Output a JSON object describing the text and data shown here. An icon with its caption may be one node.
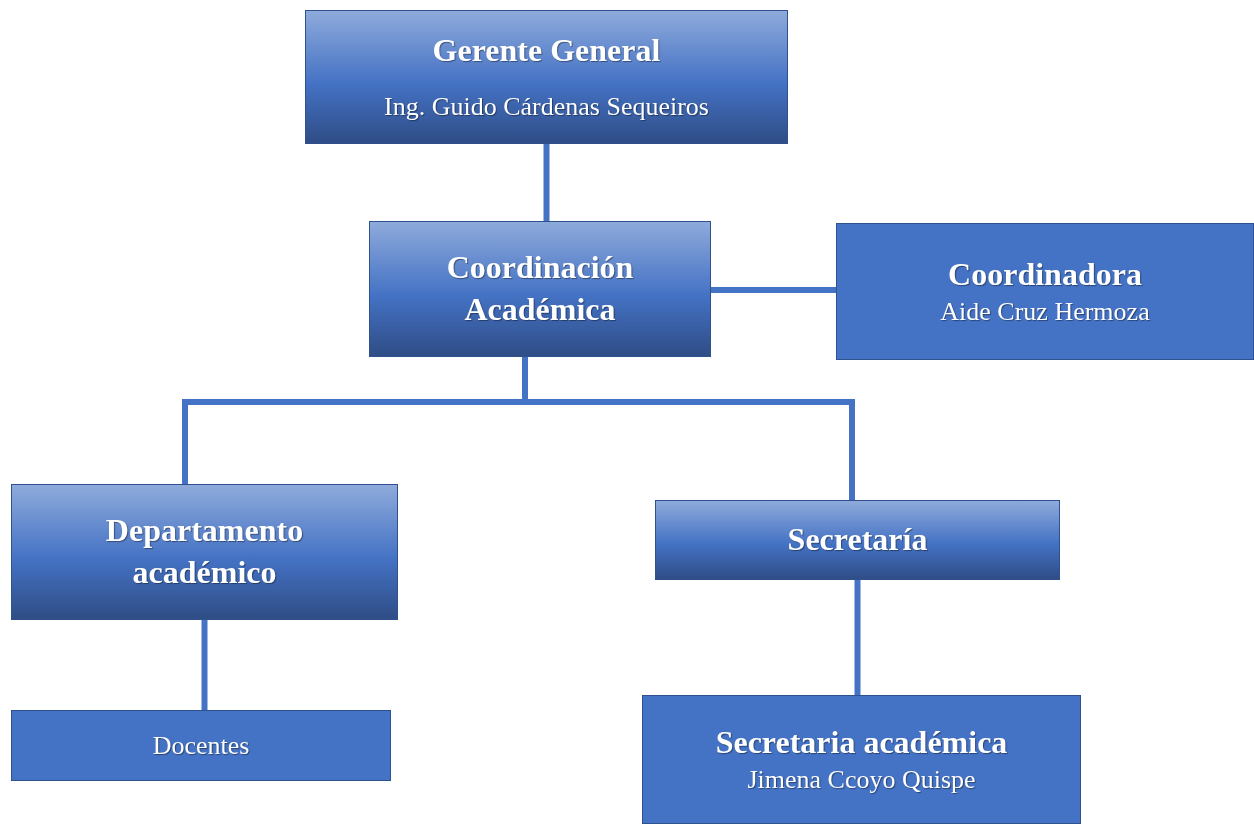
{
  "diagram": {
    "nodes": [
      {
        "text": [
          "Gerente General",
          "Ing. Guido Cárdenas Sequeiros"
        ]
      },
      {
        "text": [
          "Coordinación Académica"
        ]
      },
      {
        "text": [
          "Coordinadora",
          "Aide Cruz Hermoza"
        ]
      },
      {
        "text": [
          "Departamento académico"
        ]
      },
      {
        "text": [
          "Secretaría"
        ]
      },
      {
        "text": [
          "Docentes"
        ]
      },
      {
        "text": [
          "Secretaria académica",
          "Jimena Ccoyo Quispe"
        ]
      }
    ],
    "edges": [
      {
        "from": 0,
        "to": 1,
        "arrow": "none"
      },
      {
        "from": 1,
        "to": 2,
        "arrow": "none"
      },
      {
        "from": 1,
        "to": 3,
        "arrow": "none"
      },
      {
        "from": 1,
        "to": 4,
        "arrow": "none"
      },
      {
        "from": 3,
        "to": 5,
        "arrow": "none"
      },
      {
        "from": 4,
        "to": 6,
        "arrow": "none"
      }
    ]
  }
}
